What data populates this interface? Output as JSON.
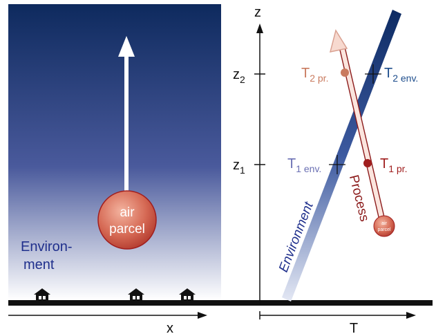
{
  "left_panel": {
    "parcel_line1": "air",
    "parcel_line2": "parcel",
    "env_line1": "Environ-",
    "env_line2": "ment",
    "x_axis_label": "x"
  },
  "right_panel": {
    "z_axis_label": "z",
    "t_axis_label": "T",
    "z2_label": {
      "base": "z",
      "sub": "2"
    },
    "z1_label": {
      "base": "z",
      "sub": "1"
    },
    "t2pr_label": {
      "base": "T",
      "sub": "2 pr."
    },
    "t2env_label": {
      "base": "T",
      "sub": "2 env."
    },
    "t1env_label": {
      "base": "T",
      "sub": "1 env."
    },
    "t1pr_label": {
      "base": "T",
      "sub": "1 pr."
    },
    "process_label": "Process",
    "environment_label": "Environment",
    "small_parcel_line1": "air",
    "small_parcel_line2": "parcel"
  },
  "colors": {
    "sky_top": "#0e2a5e",
    "sky_bottom": "#ffffff",
    "parcel_fill": "#d8705a",
    "parcel_stroke": "#a01e1e",
    "environment_dark": "#0d2b63",
    "environment_light": "#dfe3f2",
    "process_red": "#8b1a1a",
    "t2pr_color": "#c97a5e",
    "t2env_color": "#1d4d8c",
    "t1env_color": "#6a6fb3",
    "t1pr_color": "#a01e1e",
    "env_text_color": "#1f2f8c",
    "ground": "#111111"
  },
  "icons": [
    "house-icon",
    "house-icon",
    "house-icon",
    "x-axis-arrow-icon",
    "t-axis-arrow-icon",
    "z-axis-arrow-icon",
    "up-arrow-icon",
    "process-arrow-icon"
  ]
}
